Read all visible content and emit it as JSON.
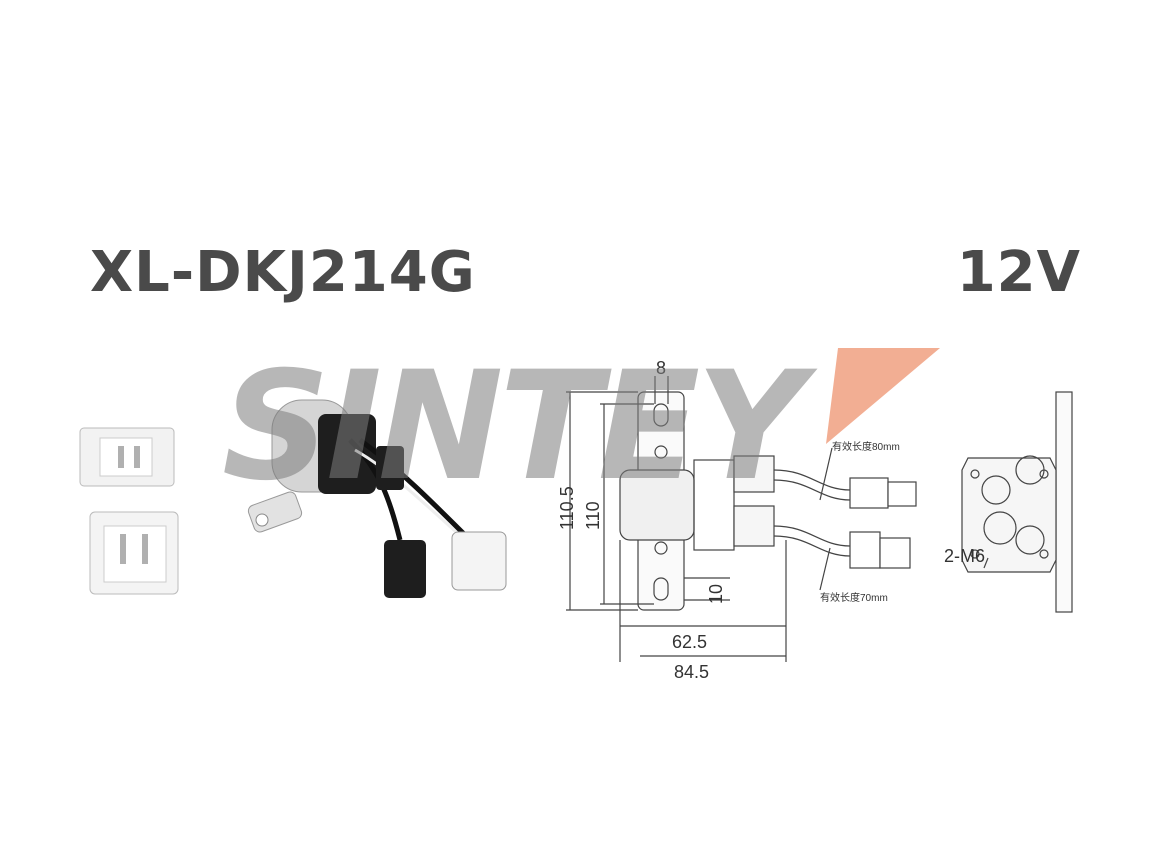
{
  "product": {
    "model": "XL-DKJ214G",
    "voltage": "12V"
  },
  "watermark": {
    "brand": "SINTEY"
  },
  "drawing": {
    "dims": {
      "top_width": "8",
      "height_outer": "110.5",
      "height_inner": "110",
      "bottom_tab": "10",
      "width_body": "62.5",
      "width_total": "84.5",
      "mount": "2-M6"
    },
    "notes": {
      "lead_upper": "有效长度80mm",
      "lead_lower": "有效长度70mm"
    }
  },
  "colors": {
    "title": "#4a4a4a",
    "accent": "#f0a080",
    "watermark": "#7d7d7d"
  }
}
